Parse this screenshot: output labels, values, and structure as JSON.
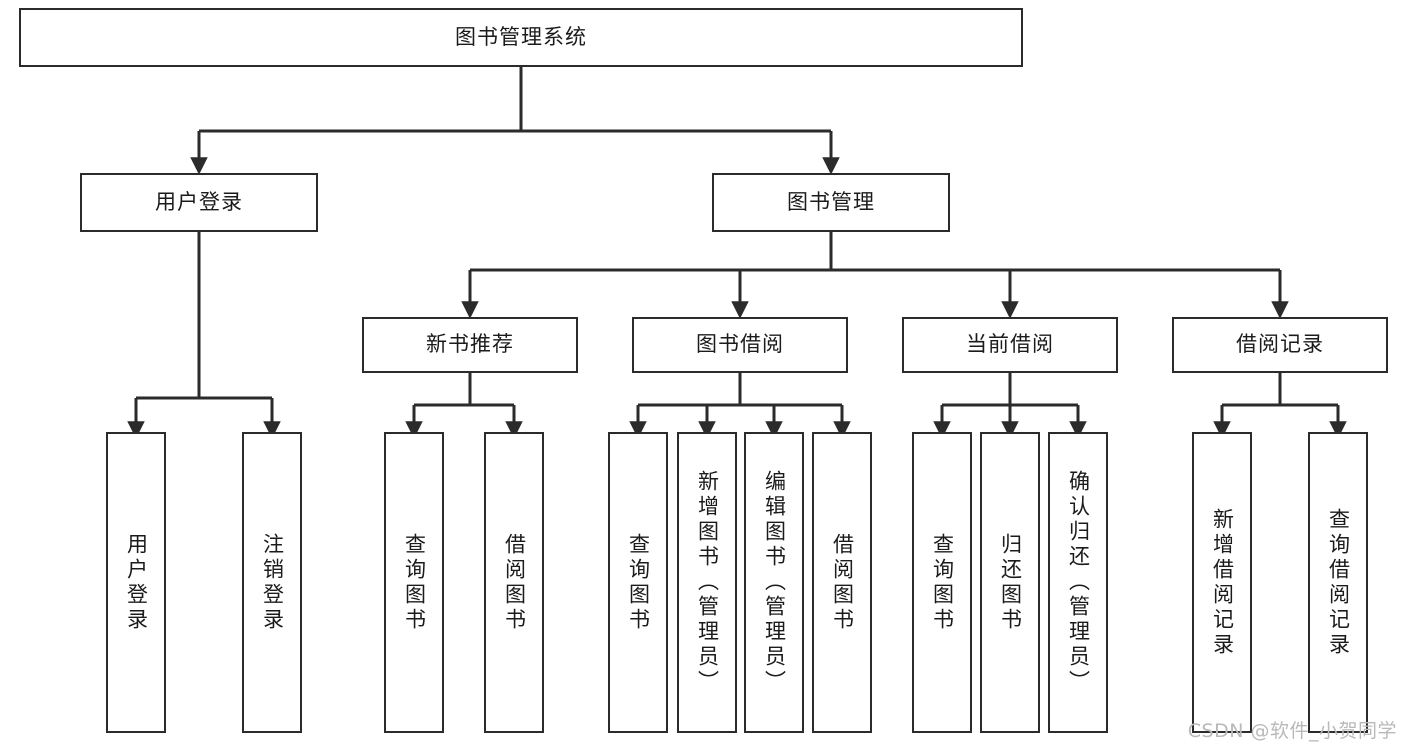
{
  "diagram": {
    "type": "tree-hierarchy",
    "title_node": {
      "label": "图书管理系统"
    },
    "level1": [
      {
        "label": "用户登录"
      },
      {
        "label": "图书管理"
      }
    ],
    "level2": [
      {
        "label": "新书推荐"
      },
      {
        "label": "图书借阅"
      },
      {
        "label": "当前借阅"
      },
      {
        "label": "借阅记录"
      }
    ],
    "leaves": {
      "user_login": [
        {
          "label": "用户登录"
        },
        {
          "label": "注销登录"
        }
      ],
      "new_book_recommend": [
        {
          "label": "查询图书"
        },
        {
          "label": "借阅图书"
        }
      ],
      "book_borrow": [
        {
          "label": "查询图书"
        },
        {
          "label": "新增图书（管理员）"
        },
        {
          "label": "编辑图书（管理员）"
        },
        {
          "label": "借阅图书"
        }
      ],
      "current_borrow": [
        {
          "label": "查询图书"
        },
        {
          "label": "归还图书"
        },
        {
          "label": "确认归还（管理员）"
        }
      ],
      "borrow_record": [
        {
          "label": "新增借阅记录"
        },
        {
          "label": "查询借阅记录"
        }
      ]
    },
    "watermark": "CSDN @软件_小贺同学",
    "colors": {
      "stroke": "#2b2b2b",
      "fill": "#ffffff",
      "text": "#1b1b1b",
      "watermark": "#b9b9b9"
    }
  }
}
